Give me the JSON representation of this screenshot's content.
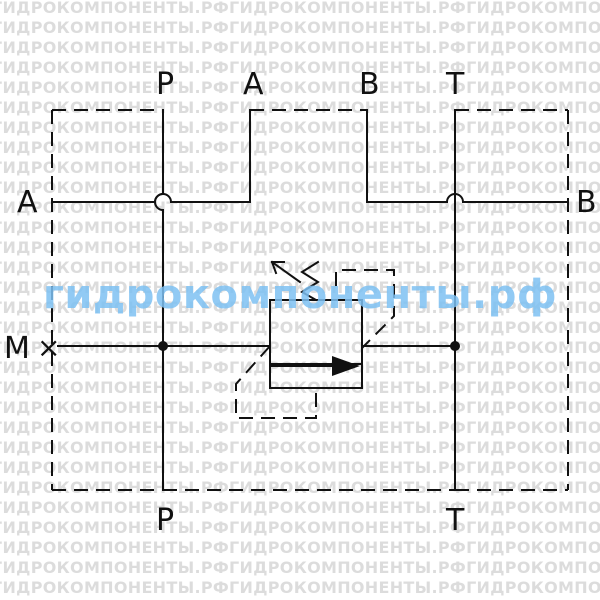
{
  "watermark": {
    "repeat_text": "ГИДРОКОМПОНЕНТЫ.РФГИДРОКОМПОНЕНТЫ.РФГИДРОКОМПОНЕНТЫ.РФГИДРОКОМПОНЕНТЫ.РФ",
    "center_text": "гидрокомпоненты.рф",
    "repeat_color": "#dcdcdc",
    "center_color": "#7ec1f3"
  },
  "ports": {
    "top_p": "P",
    "top_a": "A",
    "top_b": "B",
    "top_t": "T",
    "left_a": "A",
    "right_b": "B",
    "left_m": "M",
    "bottom_p": "P",
    "bottom_t": "T"
  },
  "symbols": {
    "m_port_cross": "×"
  },
  "colors": {
    "line": "#111111",
    "background": "#ffffff"
  }
}
